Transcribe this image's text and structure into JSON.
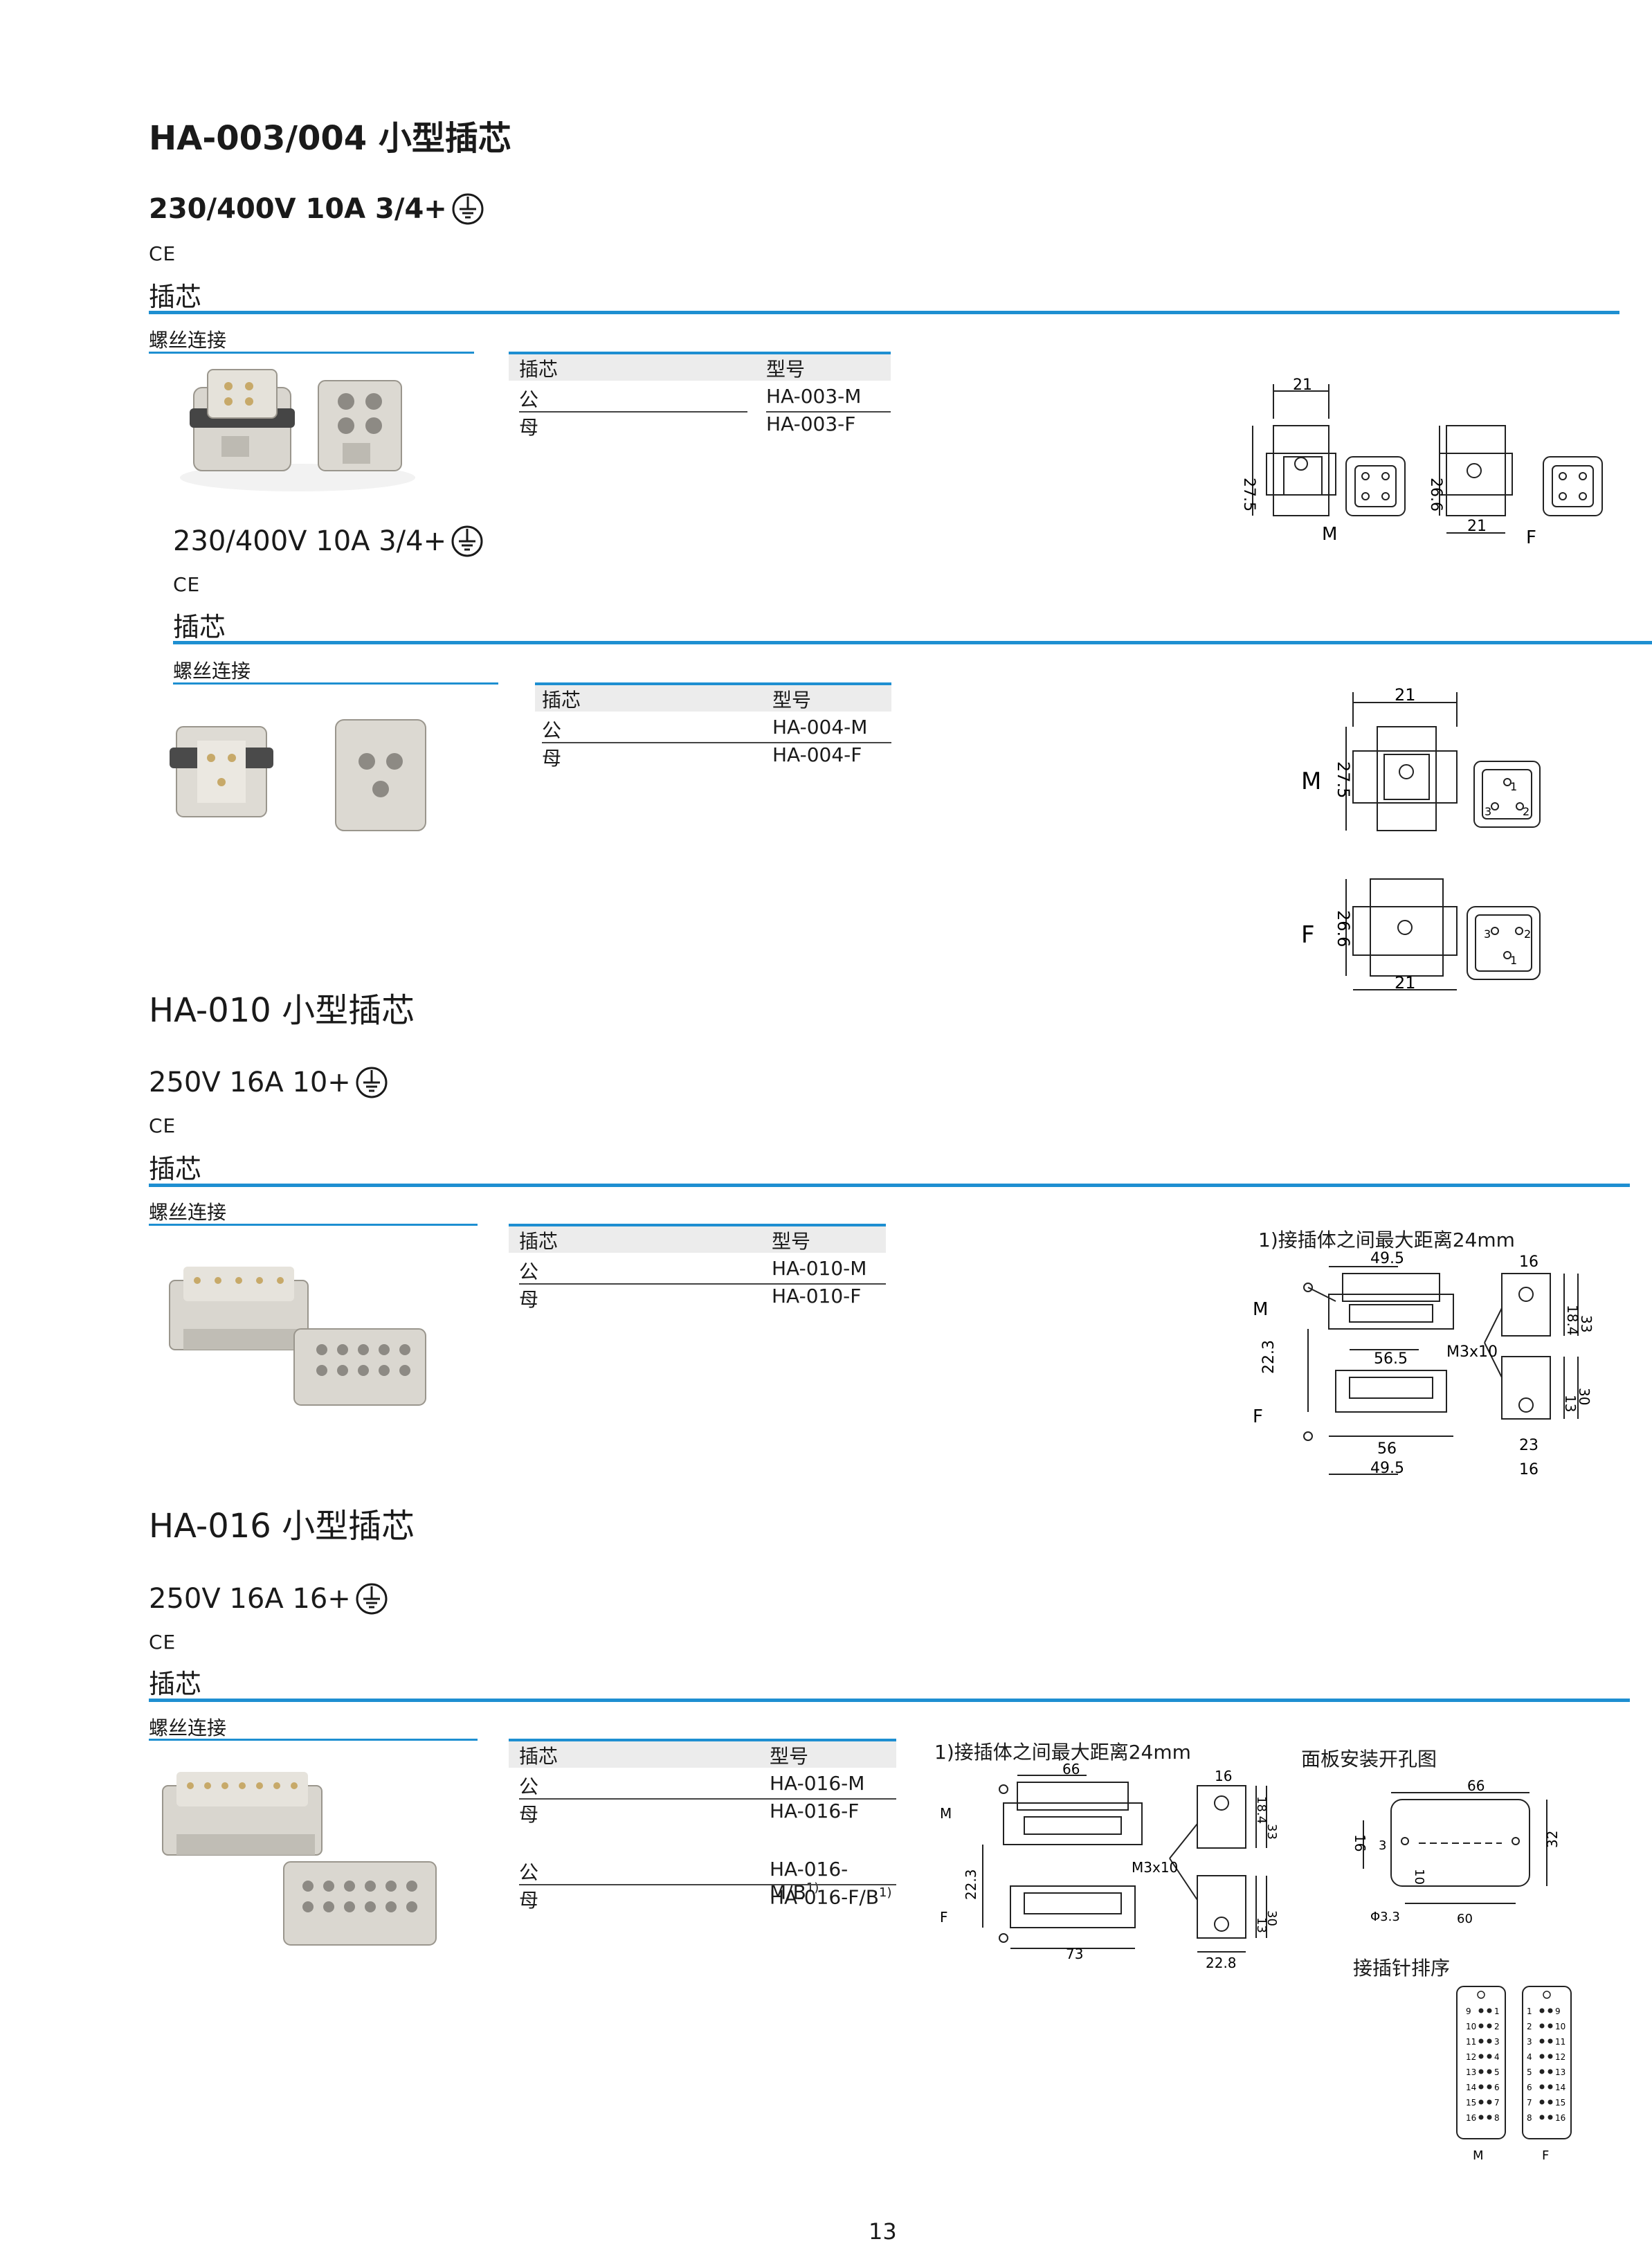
{
  "page_number": "13",
  "colors": {
    "accent": "#1e8fd1"
  },
  "s1": {
    "title": "HA-003/004 小型插芯",
    "spec": "230/400V  10A  3/4+",
    "ce": "CE",
    "category": "插芯",
    "sub": "螺丝连接",
    "table": {
      "h1": "插芯",
      "h2": "型号",
      "rows": [
        {
          "a": "公",
          "b": "HA-003-M"
        },
        {
          "a": "母",
          "b": "HA-003-F"
        }
      ]
    },
    "drawing": {
      "w1": "21",
      "h1": "27.5",
      "h2": "26.6",
      "w2": "21",
      "m": "M",
      "f": "F"
    }
  },
  "s2": {
    "spec": "230/400V  10A  3/4+",
    "ce": "CE",
    "category": "插芯",
    "sub": "螺丝连接",
    "table": {
      "h1": "插芯",
      "h2": "型号",
      "rows": [
        {
          "a": "公",
          "b": "HA-004-M"
        },
        {
          "a": "母",
          "b": "HA-004-F"
        }
      ]
    },
    "drawing": {
      "w1": "21",
      "h1": "27.5",
      "h2": "26.6",
      "w2": "21",
      "m": "M",
      "f": "F",
      "p1": "1",
      "p2": "2",
      "p3": "3",
      "q1": "1",
      "q2": "2",
      "q3": "3"
    }
  },
  "s3": {
    "title": "HA-010 小型插芯",
    "spec": "250V  16A  10+",
    "ce": "CE",
    "category": "插芯",
    "sub": "螺丝连接",
    "table": {
      "h1": "插芯",
      "h2": "型号",
      "rows": [
        {
          "a": "公",
          "b": "HA-010-M"
        },
        {
          "a": "母",
          "b": "HA-010-F"
        }
      ]
    },
    "note": "1)接插体之间最大距离24mm",
    "drawing": {
      "d1": "49.5",
      "d2": "56.5",
      "d3": "56",
      "d4": "49.5",
      "d5": "22.3",
      "sup": "1)",
      "s1": "16",
      "s2": "18.4",
      "s3": "33",
      "s4": "M3x10",
      "s5": "13",
      "s6": "30",
      "s7": "23",
      "s8": "16",
      "m": "M",
      "f": "F"
    }
  },
  "s4": {
    "title": "HA-016 小型插芯",
    "spec": "250V  16A  16+",
    "ce": "CE",
    "category": "插芯",
    "sub": "螺丝连接",
    "table": {
      "h1": "插芯",
      "h2": "型号",
      "rows": [
        {
          "a": "公",
          "b": "HA-016-M",
          "s": ""
        },
        {
          "a": "母",
          "b": "HA-016-F",
          "s": ""
        },
        {
          "a": "公",
          "b": "HA-016-M/B",
          "s": "1)"
        },
        {
          "a": "母",
          "b": "HA-016-F/B",
          "s": "1)"
        }
      ]
    },
    "note": "1)接插体之间最大距离24mm",
    "drawing": {
      "d1": "66",
      "d2": "73",
      "d3": "22.3",
      "sup": "1)",
      "s1": "16",
      "s2": "18.4",
      "s3": "33",
      "s4": "M3x10",
      "s5": "13",
      "s6": "30",
      "s7": "22.8",
      "m": "M",
      "f": "F"
    },
    "panel": {
      "title": "面板安装开孔图",
      "w": "66",
      "h": "32",
      "a": "16",
      "b": "3",
      "c": "10",
      "hole": "Φ3.3",
      "pitch": "60"
    },
    "pins": {
      "title": "接插针排序",
      "m": "M",
      "f": "F",
      "left_m": [
        "9",
        "10",
        "11",
        "12",
        "13",
        "14",
        "15",
        "16"
      ],
      "right_m": [
        "1",
        "2",
        "3",
        "4",
        "5",
        "6",
        "7",
        "8"
      ],
      "left_f": [
        "1",
        "2",
        "3",
        "4",
        "5",
        "6",
        "7",
        "8"
      ],
      "right_f": [
        "9",
        "10",
        "11",
        "12",
        "13",
        "14",
        "15",
        "16"
      ]
    }
  }
}
